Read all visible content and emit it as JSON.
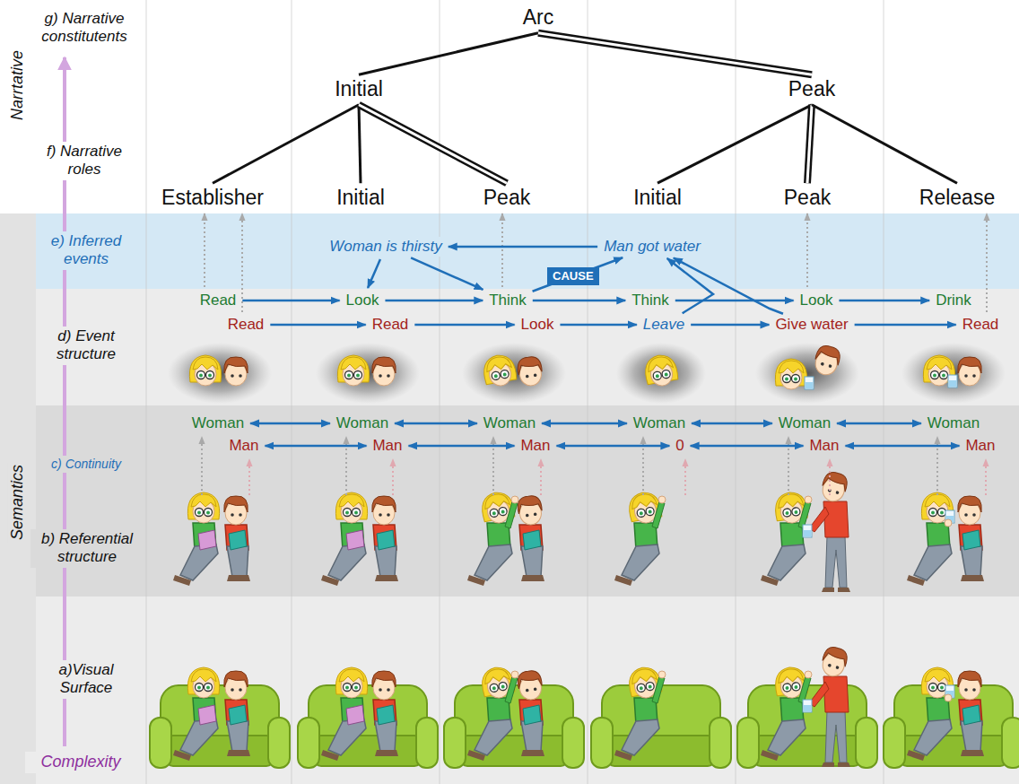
{
  "diagram": {
    "nodes": [
      {
        "text": [
          "Arc"
        ]
      },
      {
        "text": [
          "Initial"
        ]
      },
      {
        "text": [
          "Peak"
        ]
      },
      {
        "text": [
          "Establisher"
        ]
      },
      {
        "text": [
          "Initial"
        ]
      },
      {
        "text": [
          "Peak"
        ]
      },
      {
        "text": [
          "Initial"
        ]
      },
      {
        "text": [
          "Peak"
        ]
      },
      {
        "text": [
          "Release"
        ]
      },
      {
        "text": [
          "Woman is thirsty"
        ]
      },
      {
        "text": [
          "Man got water"
        ]
      },
      {
        "text": [
          "Read"
        ]
      },
      {
        "text": [
          "Look"
        ]
      },
      {
        "text": [
          "Think"
        ]
      },
      {
        "text": [
          "Think"
        ]
      },
      {
        "text": [
          "Look"
        ]
      },
      {
        "text": [
          "Drink"
        ]
      },
      {
        "text": [
          "Read"
        ]
      },
      {
        "text": [
          "Read"
        ]
      },
      {
        "text": [
          "Look"
        ]
      },
      {
        "text": [
          "Leave"
        ]
      },
      {
        "text": [
          "Give water"
        ]
      },
      {
        "text": [
          "Read"
        ]
      },
      {
        "text": [
          "Woman"
        ]
      },
      {
        "text": [
          "Woman"
        ]
      },
      {
        "text": [
          "Woman"
        ]
      },
      {
        "text": [
          "Woman"
        ]
      },
      {
        "text": [
          "Woman"
        ]
      },
      {
        "text": [
          "Woman"
        ]
      },
      {
        "text": [
          "Man"
        ]
      },
      {
        "text": [
          "Man"
        ]
      },
      {
        "text": [
          "Man"
        ]
      },
      {
        "text": [
          "0"
        ]
      },
      {
        "text": [
          "Man"
        ]
      },
      {
        "text": [
          "Man"
        ]
      }
    ],
    "edges": [
      {
        "from": 0,
        "to": 1,
        "arrow": "none"
      },
      {
        "from": 0,
        "to": 2,
        "arrow": "none"
      },
      {
        "from": 1,
        "to": 3,
        "arrow": "none"
      },
      {
        "from": 1,
        "to": 4,
        "arrow": "none"
      },
      {
        "from": 1,
        "to": 5,
        "arrow": "none"
      },
      {
        "from": 2,
        "to": 6,
        "arrow": "none"
      },
      {
        "from": 2,
        "to": 7,
        "arrow": "none"
      },
      {
        "from": 2,
        "to": 8,
        "arrow": "none"
      },
      {
        "from": 10,
        "to": 9,
        "arrow": "to"
      },
      {
        "from": 9,
        "to": 12,
        "arrow": "to"
      },
      {
        "from": 9,
        "to": 13,
        "arrow": "to"
      },
      {
        "from": 13,
        "to": 10,
        "label": "CAUSE",
        "arrow": "to"
      },
      {
        "from": 20,
        "to": 10,
        "arrow": "to"
      },
      {
        "from": 21,
        "to": 10,
        "arrow": "to"
      },
      {
        "from": 11,
        "to": 12,
        "arrow": "to"
      },
      {
        "from": 12,
        "to": 13,
        "arrow": "to"
      },
      {
        "from": 13,
        "to": 14,
        "arrow": "to"
      },
      {
        "from": 14,
        "to": 15,
        "arrow": "to"
      },
      {
        "from": 15,
        "to": 16,
        "arrow": "to"
      },
      {
        "from": 17,
        "to": 18,
        "arrow": "to"
      },
      {
        "from": 18,
        "to": 19,
        "arrow": "to"
      },
      {
        "from": 19,
        "to": 20,
        "arrow": "to"
      },
      {
        "from": 20,
        "to": 21,
        "arrow": "to"
      },
      {
        "from": 21,
        "to": 22,
        "arrow": "to"
      },
      {
        "from": 23,
        "to": 24,
        "arrow": "both"
      },
      {
        "from": 24,
        "to": 25,
        "arrow": "both"
      },
      {
        "from": 25,
        "to": 26,
        "arrow": "both"
      },
      {
        "from": 26,
        "to": 27,
        "arrow": "both"
      },
      {
        "from": 27,
        "to": 28,
        "arrow": "both"
      },
      {
        "from": 29,
        "to": 30,
        "arrow": "both"
      },
      {
        "from": 30,
        "to": 31,
        "arrow": "both"
      },
      {
        "from": 31,
        "to": 32,
        "arrow": "both"
      },
      {
        "from": 32,
        "to": 33,
        "arrow": "both"
      },
      {
        "from": 33,
        "to": 34,
        "arrow": "both"
      }
    ],
    "labels": [
      "Narrtative",
      "g) Narrative constitutents",
      "f) Narrative roles",
      "Semantics",
      "e) Inferred events",
      "d) Event structure",
      "c) Continuity",
      "b) Referential structure",
      "a)Visual Surface",
      "Complexity"
    ]
  }
}
